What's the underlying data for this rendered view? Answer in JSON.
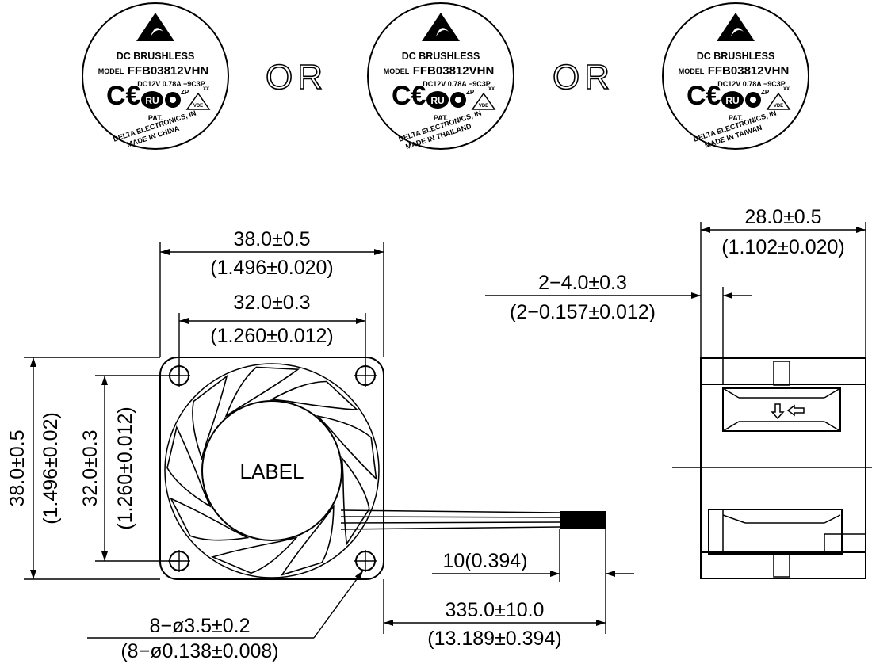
{
  "labels": [
    {
      "line1": "DC  BRUSHLESS",
      "model_prefix": "MODEL",
      "model": "FFB03812VHN",
      "ratings": "DC12V   0.78A  −9C3P",
      "zp": "ZP",
      "xx": "XX",
      "vde": "VDE",
      "pat": "PAT.",
      "maker": "DELTA  ELECTRONICS, IN",
      "origin": "MADE IN CHINA"
    },
    {
      "line1": "DC  BRUSHLESS",
      "model_prefix": "MODEL",
      "model": "FFB03812VHN",
      "ratings": "DC12V   0.78A  −9C3P",
      "zp": "ZP",
      "xx": "XX",
      "vde": "VDE",
      "pat": "PAT.",
      "maker": "DELTA  ELECTRONICS, IN",
      "origin": "MADE IN THAILAND"
    },
    {
      "line1": "DC  BRUSHLESS",
      "model_prefix": "MODEL",
      "model": "FFB03812VHN",
      "ratings": "DC12V   0.78A  −9C3P",
      "zp": "ZP",
      "xx": "XX",
      "vde": "VDE",
      "pat": "PAT.",
      "maker": "DELTA  ELECTRONICS, IN",
      "origin": "MADE IN TAIWAN"
    }
  ],
  "or_text": "OR",
  "front_view": {
    "label_text": "LABEL",
    "width_dim_mm": "38.0±0.5",
    "width_dim_in": "(1.496±0.020)",
    "hole_spacing_mm": "32.0±0.3",
    "hole_spacing_in": "(1.260±0.012)",
    "height_dim_mm": "38.0±0.5",
    "height_dim_in": "(1.496±0.02)",
    "height_spacing_mm": "32.0±0.3",
    "height_spacing_in": "(1.260±0.012)",
    "hole_dia_mm": "8−ø3.5±0.2",
    "hole_dia_in": "(8−ø0.138±0.008)",
    "strip_mm": "10(0.394)",
    "lead_mm": "335.0±10.0",
    "lead_in": "(13.189±0.394)"
  },
  "side_view": {
    "depth_mm": "28.0±0.5",
    "depth_in": "(1.102±0.020)",
    "flange_mm": "2−4.0±0.3",
    "flange_in": "(2−0.157±0.012)"
  }
}
